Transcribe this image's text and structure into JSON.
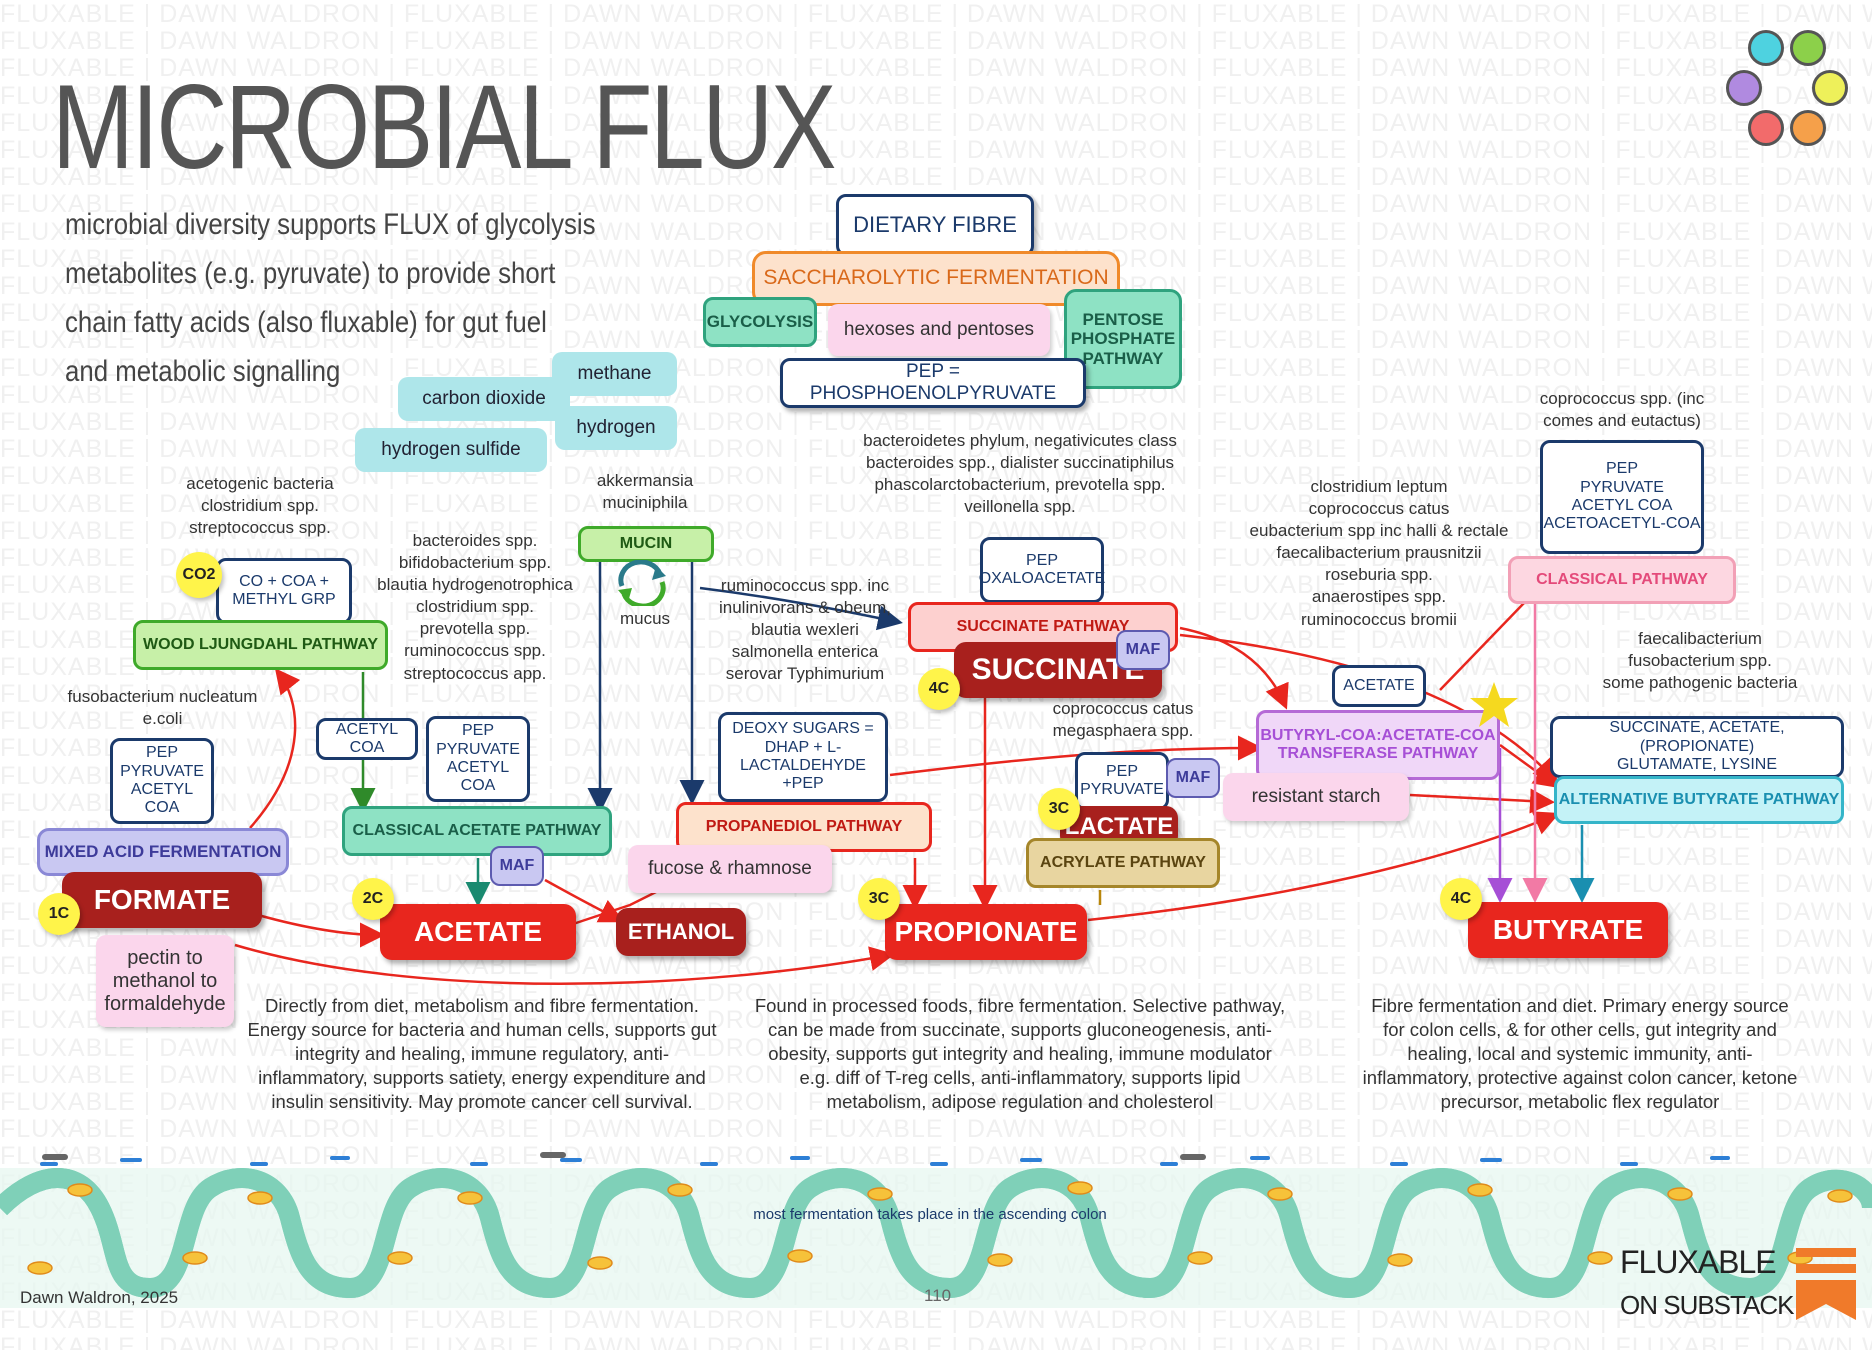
{
  "watermark": "FLUXABLE | DAWN WALDRON | FLUXABLE | DAWN WALDRON | FLUXABLE | DAWN WALDRON | FLUXABLE | DAWN WALDRON | FLUXABLE | DAWN WALDRON | FLUXABLE",
  "title": "MICROBIAL FLUX",
  "subtitle_lines": [
    "microbial diversity supports FLUX of glycolysis",
    "metabolites (e.g. pyruvate) to provide short",
    "chain fatty acids (also fluxable) for gut fuel",
    "and metabolic signalling"
  ],
  "colors": {
    "navy": "#1b3a6b",
    "red": "#e8261e",
    "darkred": "#a8201d",
    "green": "#8fd67a",
    "teal": "#8ee2c4",
    "yellow": "#fff44a",
    "purple": "#d9a6f2",
    "pink": "#fbd6ec",
    "cyan": "#aee6ea",
    "lilac": "#c9c8f2"
  },
  "top": {
    "dietary_fibre": "DIETARY FIBRE",
    "saccharolytic": "SACCHAROLYTIC FERMENTATION",
    "glycolysis": "GLYCOLYSIS",
    "hexoses": "hexoses and pentoses",
    "pentose_lines": [
      "PENTOSE",
      "PHOSPHATE",
      "PATHWAY"
    ],
    "pep_def": "PEP = PHOSPHOENOLPYRUVATE"
  },
  "gases": {
    "methane": "methane",
    "co2": "carbon dioxide",
    "hydrogen": "hydrogen",
    "h2s": "hydrogen sulfide"
  },
  "formate": {
    "bacteria_lines": [
      "fusobacterium nucleatum",
      "e.coli"
    ],
    "box_lines": [
      "PEP",
      "PYRUVATE",
      "ACETYL COA"
    ],
    "pathway": "MIXED ACID FERMENTATION",
    "product": "FORMATE",
    "badge": "1C",
    "pectin_lines": [
      "pectin to",
      "methanol to",
      "formaldehyde"
    ]
  },
  "wood": {
    "bacteria_lines": [
      "acetogenic bacteria",
      "clostridium spp.",
      "streptococcus spp."
    ],
    "co2": "CO2",
    "box_lines": [
      "CO + COA +",
      "METHYL GRP"
    ],
    "pathway": "WOOD LJUNGDAHL PATHWAY"
  },
  "acetate": {
    "bacteria_lines": [
      "bacteroides spp.",
      "bifidobacterium spp.",
      "blautia hydrogenotrophica",
      "clostridium spp.",
      "prevotella spp.",
      "ruminococcus spp.",
      "streptococcus app."
    ],
    "acetyl_coa": "ACETYL COA",
    "box_lines": [
      "PEP",
      "PYRUVATE",
      "ACETYL COA"
    ],
    "pathway": "CLASSICAL ACETATE PATHWAY",
    "maf": "MAF",
    "product": "ACETATE",
    "badge": "2C",
    "ethanol": "ETHANOL"
  },
  "mucin": {
    "bacteria_lines": [
      "akkermansia",
      "muciniphila"
    ],
    "label": "MUCIN",
    "mucus": "mucus"
  },
  "propionate": {
    "ruminococcus_lines": [
      "ruminococcus spp. inc",
      "inulinivorans & obeum,",
      "blautia wexleri",
      "salmonella enterica",
      "serovar Typhimurium"
    ],
    "deoxy_lines": [
      "DEOXY  SUGARS =",
      "DHAP + L-",
      "LACTALDEHYDE +PEP"
    ],
    "pathway": "PROPANEDIOL PATHWAY",
    "fucose": "fucose & rhamnose",
    "product": "PROPIONATE",
    "badge": "3C"
  },
  "succinate": {
    "bacteria_lines": [
      "bacteroidetes phylum, negativicutes class",
      "bacteroides spp., dialister succinatiphilus",
      "phascolarctobacterium, prevotella spp.",
      "veillonella spp."
    ],
    "box_lines": [
      "PEP",
      "OXALOACETATE"
    ],
    "pathway": "SUCCINATE PATHWAY",
    "product": "SUCCINATE",
    "maf": "MAF",
    "badge": "4C"
  },
  "lactate": {
    "bacteria_lines": [
      "coprococcus catus",
      "megasphaera spp."
    ],
    "box_lines": [
      "PEP",
      "PYRUVATE"
    ],
    "maf": "MAF",
    "product": "LACTATE",
    "badge": "3C",
    "pathway": "ACRYLATE PATHWAY"
  },
  "butyrate": {
    "clostridium_lines": [
      "clostridium leptum",
      "coprococcus catus",
      "eubacterium spp inc halli & rectale",
      "faecalibacterium prausnitzii",
      "roseburia spp.",
      "anaerostipes spp.",
      "ruminococcus bromii"
    ],
    "acetate": "ACETATE",
    "transferase_lines": [
      "BUTYRYL-COA:ACETATE-COA",
      "TRANSFERASE PATHWAY"
    ],
    "resistant_starch": "resistant starch",
    "coprococcus_lines": [
      "coprococcus spp. (inc",
      "comes and eutactus)"
    ],
    "classical_box_lines": [
      "PEP",
      "PYRUVATE",
      "ACETYL COA",
      "ACETOACETYL-COA"
    ],
    "classical_pathway": "CLASSICAL PATHWAY",
    "faecali_lines": [
      "faecalibacterium",
      "fusobacterium spp.",
      "some pathogenic bacteria"
    ],
    "alt_box_lines": [
      "SUCCINATE, ACETATE, (PROPIONATE)",
      "GLUTAMATE, LYSINE"
    ],
    "alt_pathway": "ALTERNATIVE BUTYRATE PATHWAY",
    "product": "BUTYRATE",
    "badge": "4C"
  },
  "descriptions": {
    "acetate_lines": [
      "Directly from diet, metabolism and fibre fermentation.",
      "Energy source for bacteria and human cells, supports gut",
      "integrity and healing, immune regulatory, anti-",
      "inflammatory, supports satiety, energy expenditure and",
      "insulin sensitivity. May promote cancer cell survival."
    ],
    "propionate_lines": [
      "Found in processed foods, fibre fermentation. Selective pathway,",
      "can be made from succinate, supports gluconeogenesis, anti-",
      "obesity, supports gut integrity and healing, immune modulator",
      "e.g. diff of T-reg cells, anti-inflammatory, supports lipid",
      "metabolism, adipose regulation and cholesterol"
    ],
    "butyrate_lines": [
      "Fibre fermentation and diet. Primary energy source",
      "for colon cells, & for other cells, gut integrity and",
      "healing, local and systemic immunity, anti-",
      "inflammatory, protective against colon cancer, ketone",
      "precursor, metabolic flex regulator"
    ]
  },
  "gut_caption": "most fermentation takes place in the ascending colon",
  "footer": {
    "author": "Dawn Waldron, 2025",
    "page": "110",
    "brand": "FLUXABLE",
    "brand_sub": "ON SUBSTACK"
  }
}
